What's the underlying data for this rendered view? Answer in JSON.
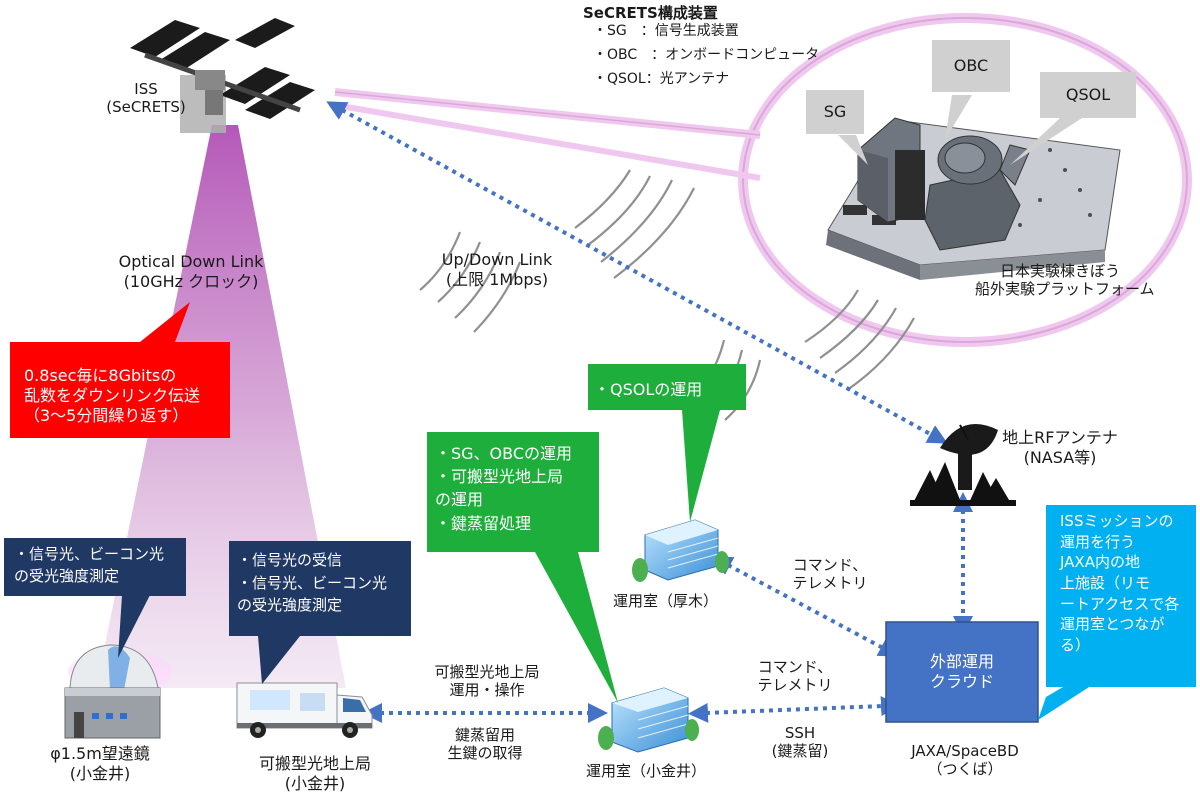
{
  "secrets": {
    "title": "SeCRETS構成装置",
    "items": [
      "・SG　：信号生成装置",
      "・OBC　：オンボードコンピュータ",
      "・QSOL：光アンテナ"
    ]
  },
  "iss": {
    "line1": "ISS",
    "line2": "(SeCRETS)"
  },
  "callouts": {
    "sg": "SG",
    "obc": "OBC",
    "qsol": "QSOL"
  },
  "platform_caption": {
    "line1": "日本実験棟きぼう",
    "line2": "船外実験プラットフォーム"
  },
  "optical_link": {
    "line1": "Optical Down Link",
    "line2": "(10GHz クロック)"
  },
  "updown_link": {
    "line1": "Up/Down Link",
    "line2": "(上限 1Mbps)"
  },
  "red_box": {
    "line1": "0.8sec毎に8Gbitsの",
    "line2": "乱数をダウンリンク伝送",
    "line3": "（3〜5分間繰り返す）"
  },
  "qsol_ops": "・QSOLの運用",
  "koganei_ops": {
    "line1": "・SG、OBCの運用",
    "line2": "・可搬型光地上局",
    "line3": "の運用",
    "line4": "・鍵蒸留処理"
  },
  "telescope_note": {
    "line1": "・信号光、ビーコン光",
    "line2": "の受光強度測定"
  },
  "mobile_note": {
    "line1": "・信号光の受信",
    "line2": "・信号光、ビーコン光",
    "line3": "の受光強度測定"
  },
  "rf_antenna": {
    "line1": "地上RFアンテナ",
    "line2": "(NASA等)"
  },
  "jaxa_note": {
    "line1": "ISSミッションの",
    "line2": "運用を行う",
    "line3": "JAXA内の地",
    "line4": "上施設（リモ",
    "line5": "ートアクセスで各",
    "line6": "運用室とつなが",
    "line7": "る）"
  },
  "atsugi_room": "運用室（厚木）",
  "koganei_room": "運用室（小金井）",
  "cloud": {
    "line1": "外部運用",
    "line2": "クラウド"
  },
  "cloud_caption": {
    "line1": "JAXA/SpaceBD",
    "line2": "（つくば）"
  },
  "cmd_upper": {
    "line1": "コマンド、",
    "line2": "テレメトリ"
  },
  "cmd_lower": {
    "line1": "コマンド、",
    "line2": "テレメトリ"
  },
  "ssh": {
    "line1": "SSH",
    "line2": "(鍵蒸留)"
  },
  "mobile_ops": {
    "line1": "可搬型光地上局",
    "line2": "運用・操作"
  },
  "key_acq": {
    "line1": "鍵蒸留用",
    "line2": "生鍵の取得"
  },
  "telescope": {
    "line1": "φ1.5m望遠鏡",
    "line2": "(小金井)"
  },
  "mobile_station": {
    "line1": "可搬型光地上局",
    "line2": "(小金井)"
  },
  "colors": {
    "red": "#ff0000",
    "green": "#1eae3c",
    "navy": "#1f3864",
    "blue": "#4472c4",
    "cyan": "#00b0f0",
    "link": "#4472c4",
    "beam": "#b04fb4",
    "halo": "#e59ee5"
  }
}
